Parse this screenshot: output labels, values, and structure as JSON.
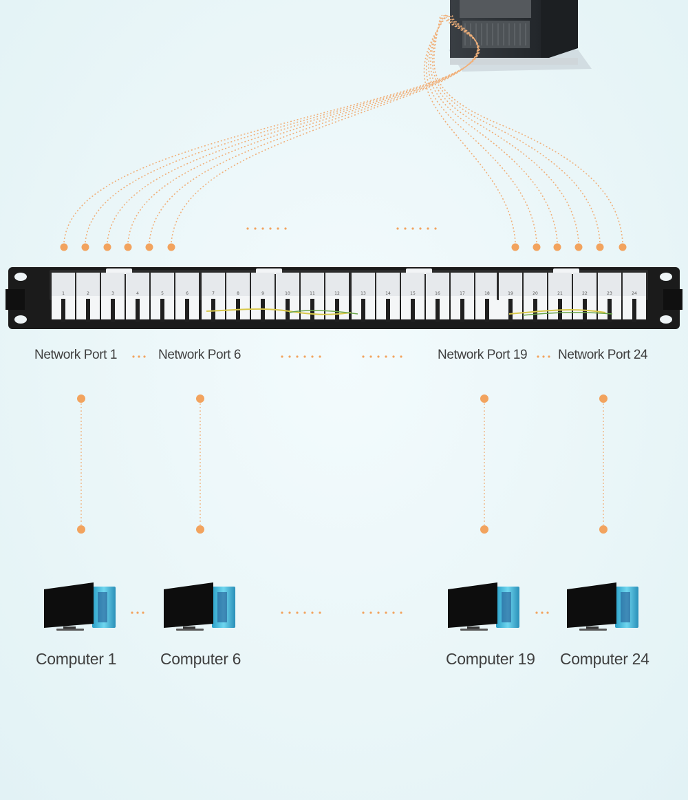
{
  "port_labels": [
    "Network Port 1",
    "Network Port 6",
    "Network Port 19",
    "Network Port 24"
  ],
  "computer_labels": [
    "Computer 1",
    "Computer 6",
    "Computer 19",
    "Computer 24"
  ],
  "port_numbers": [
    "1",
    "2",
    "3",
    "4",
    "5",
    "6",
    "7",
    "8",
    "9",
    "10",
    "11",
    "12",
    "13",
    "14",
    "15",
    "16",
    "17",
    "18",
    "19",
    "20",
    "21",
    "22",
    "23",
    "24"
  ],
  "colors": {
    "connector_dot": "#f2a35e",
    "dashed_line": "#f0b07a",
    "panel": "#1b1b1b",
    "keystone": "#e6e9ec",
    "server": "#2b2f33",
    "monitor": "#0d0d0d",
    "tower": "#3fb7d8"
  },
  "icons": [
    "server-rack-icon",
    "patch-panel-icon",
    "computer-icon"
  ]
}
